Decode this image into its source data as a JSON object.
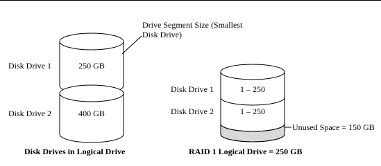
{
  "left": {
    "drive1_label": "Disk Drive 1",
    "drive1_size": "250 GB",
    "drive2_label": "Disk Drive 2",
    "drive2_size": "400 GB",
    "callout_line1": "Drive Segment Size (Smallest",
    "callout_line2": "Disk Drive)",
    "caption": "Disk Drives in Logical Drive"
  },
  "right": {
    "drive1_label": "Disk Drive 1",
    "drive1_segment": "1 – 250",
    "drive2_label": "Disk Drive 2",
    "drive2_segment": "1 – 250",
    "unused_label": "Unused Space = 150 GB",
    "caption": "RAID 1 Logical Drive = 250 GB"
  },
  "colors": {
    "unused_fill": "#d9d9d9"
  }
}
